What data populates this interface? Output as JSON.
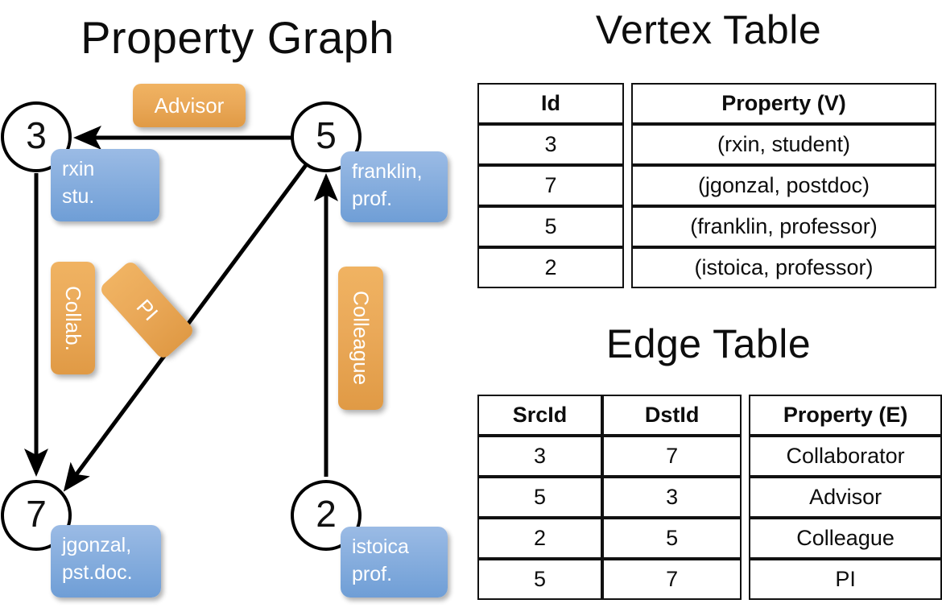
{
  "titles": {
    "property_graph": "Property Graph",
    "vertex_table": "Vertex Table",
    "edge_table": "Edge Table"
  },
  "graph": {
    "nodes": [
      {
        "id": "3",
        "name": "rxin",
        "role": "stu."
      },
      {
        "id": "5",
        "name": "franklin,",
        "role": "prof."
      },
      {
        "id": "7",
        "name": "jgonzal,",
        "role": "pst.doc."
      },
      {
        "id": "2",
        "name": "istoica",
        "role": "prof."
      }
    ],
    "edge_labels": [
      {
        "text": "Advisor"
      },
      {
        "text": "Collab."
      },
      {
        "text": "PI"
      },
      {
        "text": "Colleague"
      }
    ]
  },
  "vertex_table": {
    "headers": [
      "Id",
      "Property (V)"
    ],
    "rows": [
      [
        "3",
        "(rxin, student)"
      ],
      [
        "7",
        "(jgonzal, postdoc)"
      ],
      [
        "5",
        "(franklin, professor)"
      ],
      [
        "2",
        "(istoica, professor)"
      ]
    ]
  },
  "edge_table": {
    "headers": [
      "SrcId",
      "DstId",
      "Property (E)"
    ],
    "rows": [
      [
        "3",
        "7",
        "Collaborator"
      ],
      [
        "5",
        "3",
        "Advisor"
      ],
      [
        "2",
        "5",
        "Colleague"
      ],
      [
        "5",
        "7",
        "PI"
      ]
    ]
  },
  "colors": {
    "vertex_property_fill": "#d3dff1",
    "edge_property_fill": "#f7dfc4",
    "node_box_blue": "#87aede",
    "edge_label_orange": "#eaa959",
    "stroke": "#000000"
  }
}
